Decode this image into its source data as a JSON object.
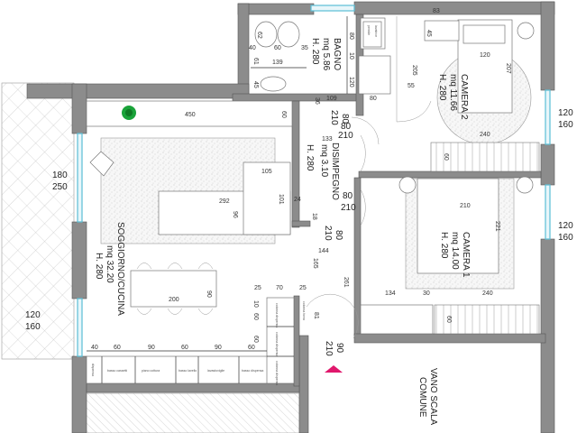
{
  "rooms": {
    "bagno": {
      "name": "BAGNO",
      "area": "mq 5.86",
      "height": "H. 280"
    },
    "disimpegno": {
      "name": "DISIMPEGNO",
      "area": "mq 3.10",
      "height": "H. 280"
    },
    "camera2": {
      "name": "CAMERA 2",
      "area": "mq 11.66",
      "height": "H. 280"
    },
    "camera1": {
      "name": "CAMERA 1",
      "area": "mq 14.00",
      "height": "H. 280"
    },
    "soggiorno": {
      "name": "SOGGIORNO/CUCINA",
      "area": "mq 32.20",
      "height": "H. 280"
    },
    "vano_scala": {
      "line1": "VANO SCALA",
      "line2": "COMUNE"
    }
  },
  "openings": {
    "win_cam2": {
      "w": "120",
      "h": "160"
    },
    "win_cam1": {
      "w": "120",
      "h": "160"
    },
    "win_balcony": {
      "w": "180",
      "h": "250"
    },
    "win_living": {
      "w": "120",
      "h": "160"
    },
    "door_bagno": {
      "w": "80",
      "h": "210"
    },
    "door_cam2": {
      "w": "80",
      "h": "210"
    },
    "door_cam1": {
      "w": "80",
      "h": "210"
    },
    "door_living": {
      "w": "80",
      "h": "210"
    },
    "door_entry": {
      "w": "90",
      "h": "210"
    }
  },
  "dims": {
    "bagno": [
      "62",
      "40",
      "60",
      "35",
      "61",
      "139",
      "45",
      "109",
      "36",
      "80",
      "10",
      "120",
      "80"
    ],
    "camera2": [
      "83",
      "45",
      "120",
      "207",
      "205",
      "55",
      "240",
      "60"
    ],
    "camera1": [
      "210",
      "221",
      "134",
      "30",
      "240",
      "60"
    ],
    "disimpegno": [
      "133",
      "24",
      "18",
      "144",
      "165",
      "261",
      "25",
      "70",
      "25",
      "81"
    ],
    "soggiorno": [
      "450",
      "60",
      "105",
      "292",
      "101",
      "96",
      "200",
      "90"
    ],
    "kitchen": [
      "40",
      "60",
      "90",
      "60",
      "90",
      "60",
      "10",
      "60",
      "60"
    ]
  },
  "cabinets": [
    "dispensa",
    "basso cassetti",
    "piano cottura",
    "basso lavello",
    "lavastoviglie",
    "basso dispensa",
    "colonna dispensa",
    "colonna dispensa",
    "colonna dispensa",
    "colonna forno",
    "pensile",
    "lavatrice"
  ],
  "colors": {
    "wall": "#8c8c8c",
    "window": "#5bbfd6",
    "entry_marker": "#e0186c",
    "plant": "#1aa33a"
  }
}
